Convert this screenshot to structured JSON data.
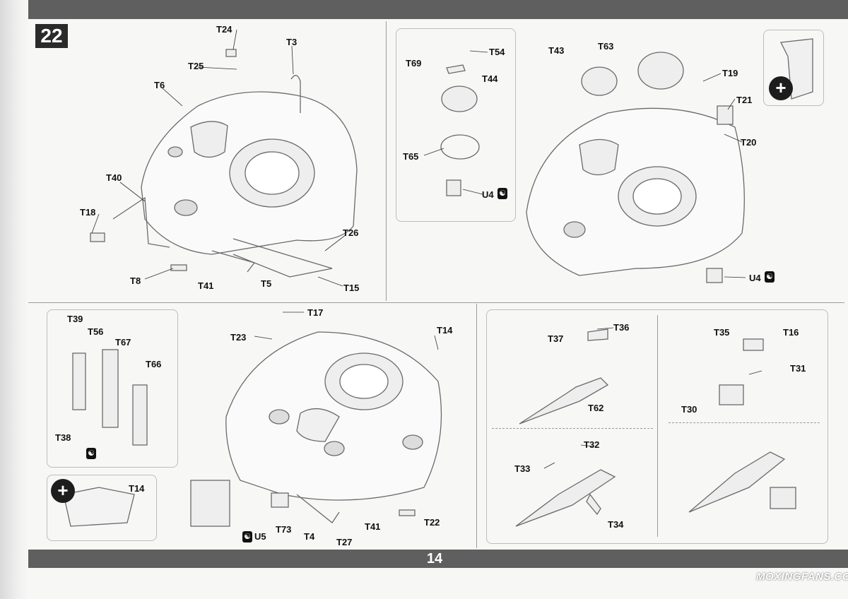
{
  "step_number": "22",
  "page_number": "14",
  "watermark": "MOXINGFANS.COM",
  "panel1": {
    "labels": {
      "t24": "T24",
      "t3": "T3",
      "t25": "T25",
      "t6": "T6",
      "t40": "T40",
      "t18": "T18",
      "t8": "T8",
      "t41": "T41",
      "t5": "T5",
      "t26": "T26",
      "t15": "T15"
    }
  },
  "panel2": {
    "inset": {
      "t69": "T69",
      "t54": "T54",
      "t44": "T44",
      "t65": "T65",
      "u4": "U4"
    },
    "labels": {
      "t43": "T43",
      "t63": "T63",
      "t19": "T19",
      "t21": "T21",
      "t20": "T20",
      "u4": "U4"
    }
  },
  "panel3": {
    "inset": {
      "t39": "T39",
      "t56": "T56",
      "t67": "T67",
      "t66": "T66",
      "t38": "T38"
    },
    "zoom_inset": {
      "t14": "T14"
    },
    "labels": {
      "t17": "T17",
      "t23": "T23",
      "t14": "T14",
      "u5": "U5",
      "t73": "T73",
      "t4": "T4",
      "t27": "T27",
      "t41": "T41",
      "t22": "T22"
    }
  },
  "panel4": {
    "labels": {
      "t37": "T37",
      "t36": "T36",
      "t62": "T62",
      "t32": "T32",
      "t33": "T33",
      "t34": "T34",
      "t35": "T35",
      "t16": "T16",
      "t31": "T31",
      "t30": "T30"
    }
  },
  "icons": {
    "zoom": "magnify-plus-icon",
    "paint": "yin-yang-mark-icon"
  }
}
